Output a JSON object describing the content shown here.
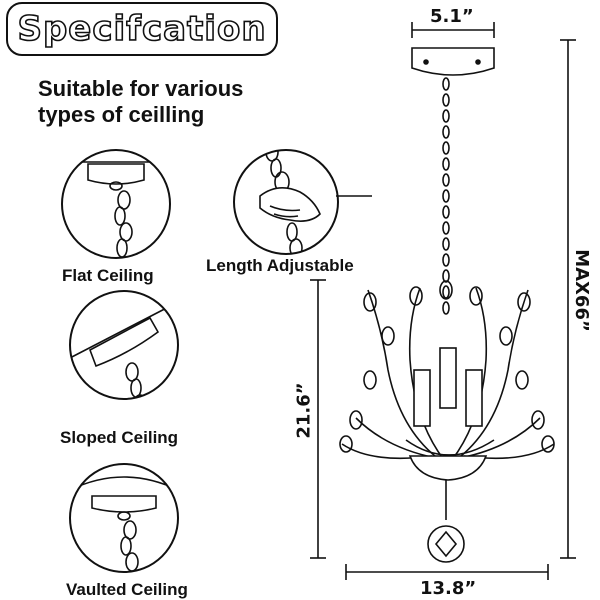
{
  "title": "Specifcation",
  "heading": {
    "line1": "Suitable for various",
    "line2": "types of ceilling"
  },
  "ceilings": [
    {
      "label": "Flat Ceiling"
    },
    {
      "label": "Sloped Ceiling"
    },
    {
      "label": "Vaulted Ceiling"
    }
  ],
  "length_label": "Length Adjustable",
  "dimensions": {
    "canopy_width": "5.1”",
    "max_height": "MAX66”",
    "body_height": "21.6”",
    "body_width": "13.8”"
  }
}
